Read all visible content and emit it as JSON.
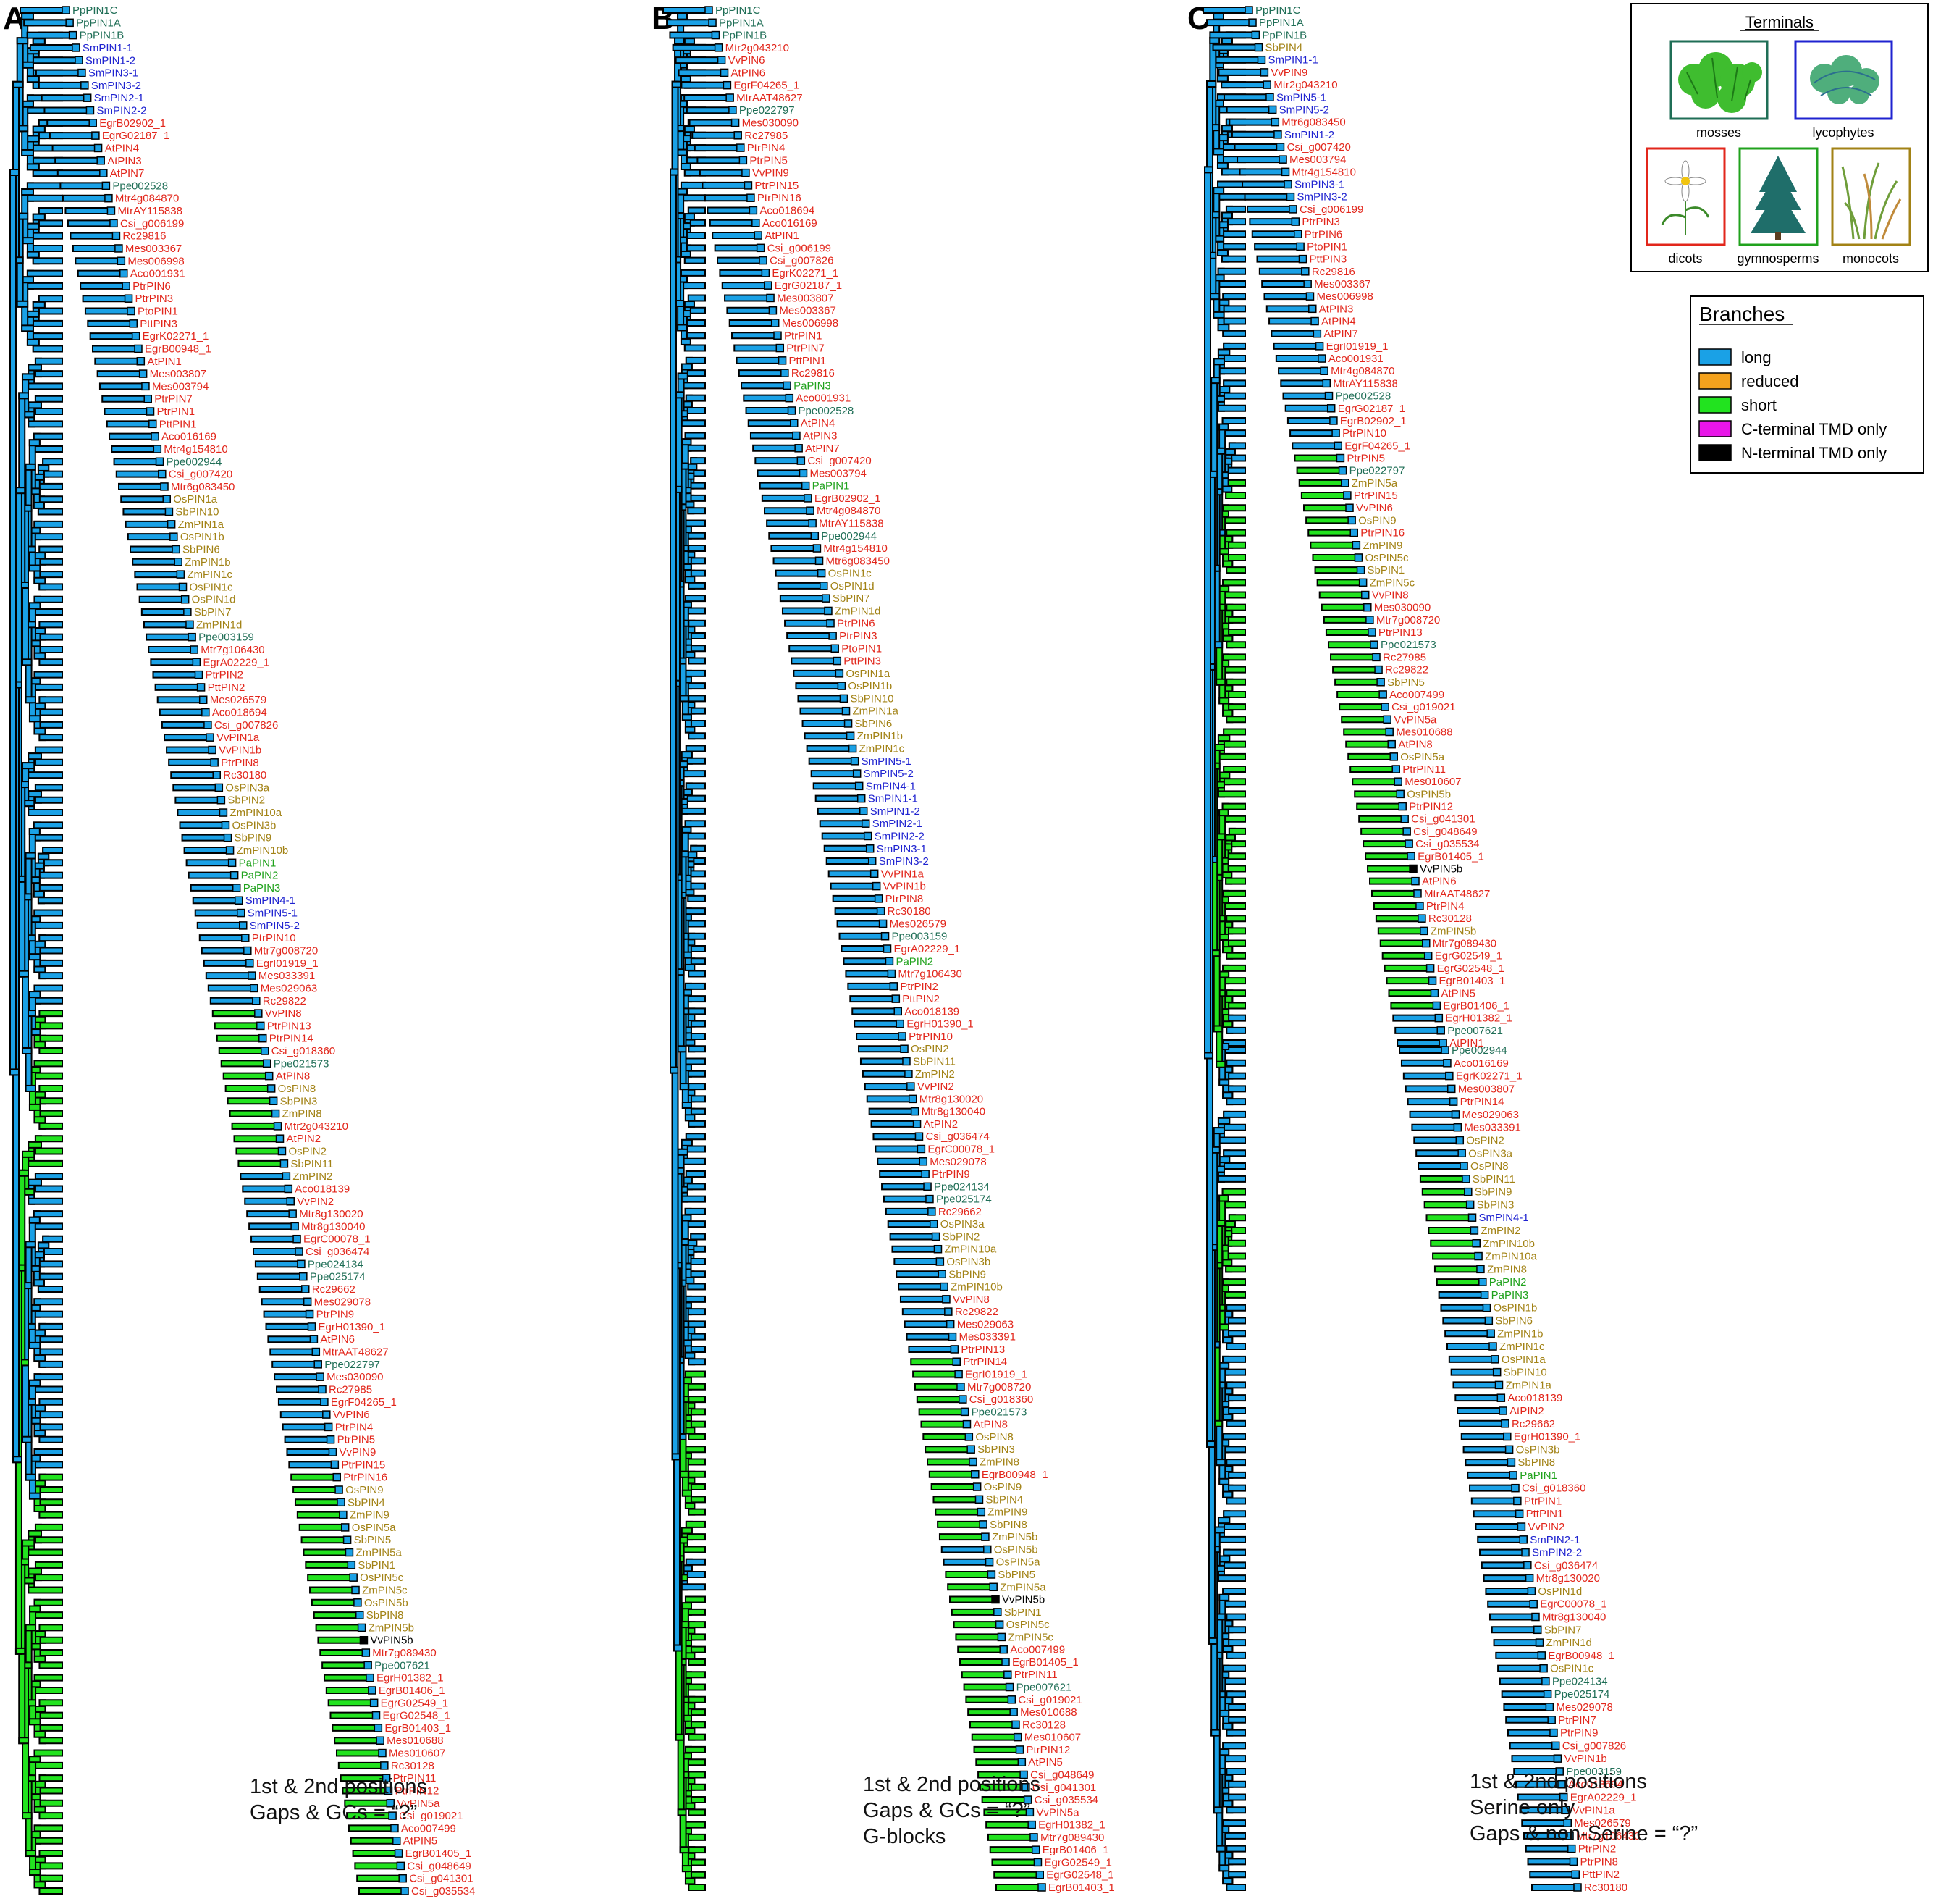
{
  "colors": {
    "long": "#1aa1e6",
    "reduced": "#f4a21d",
    "short": "#22e31f",
    "cterm": "#e815e8",
    "nterm": "#000000",
    "clade": {
      "moss": "#1f6e56",
      "lyco": "#1f23d0",
      "dicot": "#e2261b",
      "gymno": "#20a21d",
      "mono": "#a28215",
      "other": "#000000"
    }
  },
  "panels": [
    {
      "letter": "A",
      "captions": [
        "1st & 2nd positions",
        "Gaps & GCs = “?”"
      ],
      "leaves": [
        "PpPIN1C",
        "PpPIN1A",
        "PpPIN1B",
        "SmPIN1-1",
        "SmPIN1-2",
        "SmPIN3-1",
        "SmPIN3-2",
        "SmPIN2-1",
        "SmPIN2-2",
        "EgrB02902_1",
        "EgrG02187_1",
        "AtPIN4",
        "AtPIN3",
        "AtPIN7",
        "Ppe002528",
        "Mtr4g084870",
        "MtrAY115838",
        "Csi_g006199",
        "Rc29816",
        "Mes003367",
        "Mes006998",
        "Aco001931",
        "PtrPIN6",
        "PtrPIN3",
        "PtoPIN1",
        "PttPIN3",
        "EgrK02271_1",
        "EgrB00948_1",
        "AtPIN1",
        "Mes003807",
        "Mes003794",
        "PtrPIN7",
        "PtrPIN1",
        "PttPIN1",
        "Aco016169",
        "Mtr4g154810",
        "Ppe002944",
        "Csi_g007420",
        "Mtr6g083450",
        "OsPIN1a",
        "SbPIN10",
        "ZmPIN1a",
        "OsPIN1b",
        "SbPIN6",
        "ZmPIN1b",
        "ZmPIN1c",
        "OsPIN1c",
        "OsPIN1d",
        "SbPIN7",
        "ZmPIN1d",
        "Ppe003159",
        "Mtr7g106430",
        "EgrA02229_1",
        "PtrPIN2",
        "PttPIN2",
        "Mes026579",
        "Aco018694",
        "Csi_g007826",
        "VvPIN1a",
        "VvPIN1b",
        "PtrPIN8",
        "Rc30180",
        "OsPIN3a",
        "SbPIN2",
        "ZmPIN10a",
        "OsPIN3b",
        "SbPIN9",
        "ZmPIN10b",
        "PaPIN1",
        "PaPIN2",
        "PaPIN3",
        "SmPIN4-1",
        "SmPIN5-1",
        "SmPIN5-2",
        "PtrPIN10",
        "Mtr7g008720",
        "EgrI01919_1",
        "Mes033391",
        "Mes029063",
        "Rc29822",
        "VvPIN8",
        "PtrPIN13",
        "PtrPIN14",
        "Csi_g018360",
        "Ppe021573",
        "AtPIN8",
        "OsPIN8",
        "SbPIN3",
        "ZmPIN8",
        "Mtr2g043210",
        "AtPIN2",
        "OsPIN2",
        "SbPIN11",
        "ZmPIN2",
        "Aco018139",
        "VvPIN2",
        "Mtr8g130020",
        "Mtr8g130040",
        "EgrC00078_1",
        "Csi_g036474",
        "Ppe024134",
        "Ppe025174",
        "Rc29662",
        "Mes029078",
        "PtrPIN9",
        "EgrH01390_1",
        "AtPIN6",
        "MtrAAT48627",
        "Ppe022797",
        "Mes030090",
        "Rc27985",
        "EgrF04265_1",
        "VvPIN6",
        "PtrPIN4",
        "PtrPIN5",
        "VvPIN9",
        "PtrPIN15",
        "PtrPIN16",
        "OsPIN9",
        "SbPIN4",
        "ZmPIN9",
        "OsPIN5a",
        "SbPIN5",
        "ZmPIN5a",
        "SbPIN1",
        "OsPIN5c",
        "ZmPIN5c",
        "OsPIN5b",
        "SbPIN8",
        "ZmPIN5b",
        "VvPIN5b",
        "Mtr7g089430",
        "Ppe007621",
        "EgrH01382_1",
        "EgrB01406_1",
        "EgrG02549_1",
        "EgrG02548_1",
        "EgrB01403_1",
        "Mes010688",
        "Mes010607",
        "Rc30128",
        "PtrPIN11",
        "PtrPIN12",
        "VvPIN5a",
        "Csi_g019021",
        "Aco007499",
        "AtPIN5",
        "EgrB01405_1",
        "Csi_g048649",
        "Csi_g041301",
        "Csi_g035534"
      ]
    },
    {
      "letter": "B",
      "captions": [
        "1st & 2nd positions",
        "Gaps & GCs = “?”",
        "G-blocks"
      ],
      "leaves": [
        "PpPIN1C",
        "PpPIN1A",
        "PpPIN1B",
        "Mtr2g043210",
        "VvPIN6",
        "AtPIN6",
        "EgrF04265_1",
        "MtrAAT48627",
        "Ppe022797",
        "Mes030090",
        "Rc27985",
        "PtrPIN4",
        "PtrPIN5",
        "VvPIN9",
        "PtrPIN15",
        "PtrPIN16",
        "Aco018694",
        "Aco016169",
        "AtPIN1",
        "Csi_g006199",
        "Csi_g007826",
        "EgrK02271_1",
        "EgrG02187_1",
        "Mes003807",
        "Mes003367",
        "Mes006998",
        "PtrPIN1",
        "PtrPIN7",
        "PttPIN1",
        "Rc29816",
        "PaPIN3",
        "Aco001931",
        "Ppe002528",
        "AtPIN4",
        "AtPIN3",
        "AtPIN7",
        "Csi_g007420",
        "Mes003794",
        "PaPIN1",
        "EgrB02902_1",
        "Mtr4g084870",
        "MtrAY115838",
        "Ppe002944",
        "Mtr4g154810",
        "Mtr6g083450",
        "OsPIN1c",
        "OsPIN1d",
        "SbPIN7",
        "ZmPIN1d",
        "PtrPIN6",
        "PtrPIN3",
        "PtoPIN1",
        "PttPIN3",
        "OsPIN1a",
        "OsPIN1b",
        "SbPIN10",
        "ZmPIN1a",
        "SbPIN6",
        "ZmPIN1b",
        "ZmPIN1c",
        "SmPIN5-1",
        "SmPIN5-2",
        "SmPIN4-1",
        "SmPIN1-1",
        "SmPIN1-2",
        "SmPIN2-1",
        "SmPIN2-2",
        "SmPIN3-1",
        "SmPIN3-2",
        "VvPIN1a",
        "VvPIN1b",
        "PtrPIN8",
        "Rc30180",
        "Mes026579",
        "Ppe003159",
        "EgrA02229_1",
        "PaPIN2",
        "Mtr7g106430",
        "PtrPIN2",
        "PttPIN2",
        "Aco018139",
        "EgrH01390_1",
        "PtrPIN10",
        "OsPIN2",
        "SbPIN11",
        "ZmPIN2",
        "VvPIN2",
        "Mtr8g130020",
        "Mtr8g130040",
        "AtPIN2",
        "Csi_g036474",
        "EgrC00078_1",
        "Mes029078",
        "PtrPIN9",
        "Ppe024134",
        "Ppe025174",
        "Rc29662",
        "OsPIN3a",
        "SbPIN2",
        "ZmPIN10a",
        "OsPIN3b",
        "SbPIN9",
        "ZmPIN10b",
        "VvPIN8",
        "Rc29822",
        "Mes029063",
        "Mes033391",
        "PtrPIN13",
        "PtrPIN14",
        "EgrI01919_1",
        "Mtr7g008720",
        "Csi_g018360",
        "Ppe021573",
        "AtPIN8",
        "OsPIN8",
        "SbPIN3",
        "ZmPIN8",
        "EgrB00948_1",
        "OsPIN9",
        "SbPIN4",
        "ZmPIN9",
        "SbPIN8",
        "ZmPIN5b",
        "OsPIN5b",
        "OsPIN5a",
        "SbPIN5",
        "ZmPIN5a",
        "VvPIN5b",
        "SbPIN1",
        "OsPIN5c",
        "ZmPIN5c",
        "Aco007499",
        "EgrB01405_1",
        "PtrPIN11",
        "Ppe007621",
        "Csi_g019021",
        "Mes010688",
        "Rc30128",
        "Mes010607",
        "PtrPIN12",
        "AtPIN5",
        "Csi_g048649",
        "Csi_g041301",
        "Csi_g035534",
        "VvPIN5a",
        "EgrH01382_1",
        "Mtr7g089430",
        "EgrB01406_1",
        "EgrG02549_1",
        "EgrG02548_1",
        "EgrB01403_1"
      ]
    },
    {
      "letter": "C",
      "captions": [
        "1st & 2nd positions",
        "Serine only",
        "Gaps & non-Serine = “?”"
      ],
      "leaves": [
        "PpPIN1C",
        "PpPIN1A",
        "PpPIN1B",
        "SbPIN4",
        "SmPIN1-1",
        "VvPIN9",
        "Mtr2g043210",
        "SmPIN5-1",
        "SmPIN5-2",
        "Mtr6g083450",
        "SmPIN1-2",
        "Csi_g007420",
        "Mes003794",
        "Mtr4g154810",
        "SmPIN3-1",
        "SmPIN3-2",
        "Csi_g006199",
        "PtrPIN3",
        "PtrPIN6",
        "PtoPIN1",
        "PttPIN3",
        "Rc29816",
        "Mes003367",
        "Mes006998",
        "AtPIN3",
        "AtPIN4",
        "AtPIN7",
        "EgrI01919_1",
        "Aco001931",
        "Mtr4g084870",
        "MtrAY115838",
        "Ppe002528",
        "EgrG02187_1",
        "EgrB02902_1",
        "PtrPIN10",
        "EgrF04265_1",
        "PtrPIN5",
        "Ppe022797",
        "ZmPIN5a",
        "PtrPIN15",
        "VvPIN6",
        "OsPIN9",
        "PtrPIN16",
        "ZmPIN9",
        "OsPIN5c",
        "SbPIN1",
        "ZmPIN5c",
        "VvPIN8",
        "Mes030090",
        "Mtr7g008720",
        "PtrPIN13",
        "Ppe021573",
        "Rc27985",
        "Rc29822",
        "SbPIN5",
        "Aco007499",
        "Csi_g019021",
        "VvPIN5a",
        "Mes010688",
        "AtPIN8",
        "OsPIN5a",
        "PtrPIN11",
        "Mes010607",
        "OsPIN5b",
        "PtrPIN12",
        "Csi_g041301",
        "Csi_g048649",
        "Csi_g035534",
        "EgrB01405_1",
        "VvPIN5b",
        "AtPIN6",
        "MtrAAT48627",
        "PtrPIN4",
        "Rc30128",
        "ZmPIN5b",
        "Mtr7g089430",
        "EgrG02549_1",
        "EgrG02548_1",
        "EgrB01403_1",
        "AtPIN5",
        "EgrB01406_1",
        "EgrH01382_1",
        "Ppe007621",
        "AtPIN1",
        "Ppe002944",
        "Aco016169",
        "EgrK02271_1",
        "Mes003807",
        "PtrPIN14",
        "Mes029063",
        "Mes033391",
        "OsPIN2",
        "OsPIN3a",
        "OsPIN8",
        "SbPIN11",
        "SbPIN9",
        "SbPIN3",
        "SmPIN4-1",
        "ZmPIN2",
        "ZmPIN10b",
        "ZmPIN10a",
        "ZmPIN8",
        "PaPIN2",
        "PaPIN3",
        "OsPIN1b",
        "SbPIN6",
        "ZmPIN1b",
        "ZmPIN1c",
        "OsPIN1a",
        "SbPIN10",
        "ZmPIN1a",
        "Aco018139",
        "AtPIN2",
        "Rc29662",
        "EgrH01390_1",
        "OsPIN3b",
        "SbPIN8",
        "PaPIN1",
        "Csi_g018360",
        "PtrPIN1",
        "PttPIN1",
        "VvPIN2",
        "SmPIN2-1",
        "SmPIN2-2",
        "Csi_g036474",
        "Mtr8g130020",
        "OsPIN1d",
        "EgrC00078_1",
        "Mtr8g130040",
        "SbPIN7",
        "ZmPIN1d",
        "EgrB00948_1",
        "OsPIN1c",
        "Ppe024134",
        "Ppe025174",
        "Mes029078",
        "PtrPIN7",
        "PtrPIN9",
        "Csi_g007826",
        "VvPIN1b",
        "Ppe003159",
        "Aco018694",
        "EgrA02229_1",
        "VvPIN1a",
        "Mes026579",
        "Mtr7g106430",
        "PtrPIN2",
        "PtrPIN8",
        "PttPIN2",
        "Rc30180"
      ]
    }
  ],
  "legend": {
    "terminals_title": "Terminals",
    "terminals": [
      {
        "label": "mosses",
        "frame": "#1f6e56"
      },
      {
        "label": "lycophytes",
        "frame": "#1f23d0"
      },
      {
        "label": "dicots",
        "frame": "#e2261b"
      },
      {
        "label": "gymnosperms",
        "frame": "#20a21d"
      },
      {
        "label": "monocots",
        "frame": "#a28215"
      }
    ],
    "branches_title": "Branches",
    "branches": [
      {
        "label": "long",
        "color": "#1aa1e6"
      },
      {
        "label": "reduced",
        "color": "#f4a21d"
      },
      {
        "label": "short",
        "color": "#22e31f"
      },
      {
        "label": "C-terminal TMD only",
        "color": "#e815e8"
      },
      {
        "label": "N-terminal TMD only",
        "color": "#000000"
      }
    ]
  }
}
